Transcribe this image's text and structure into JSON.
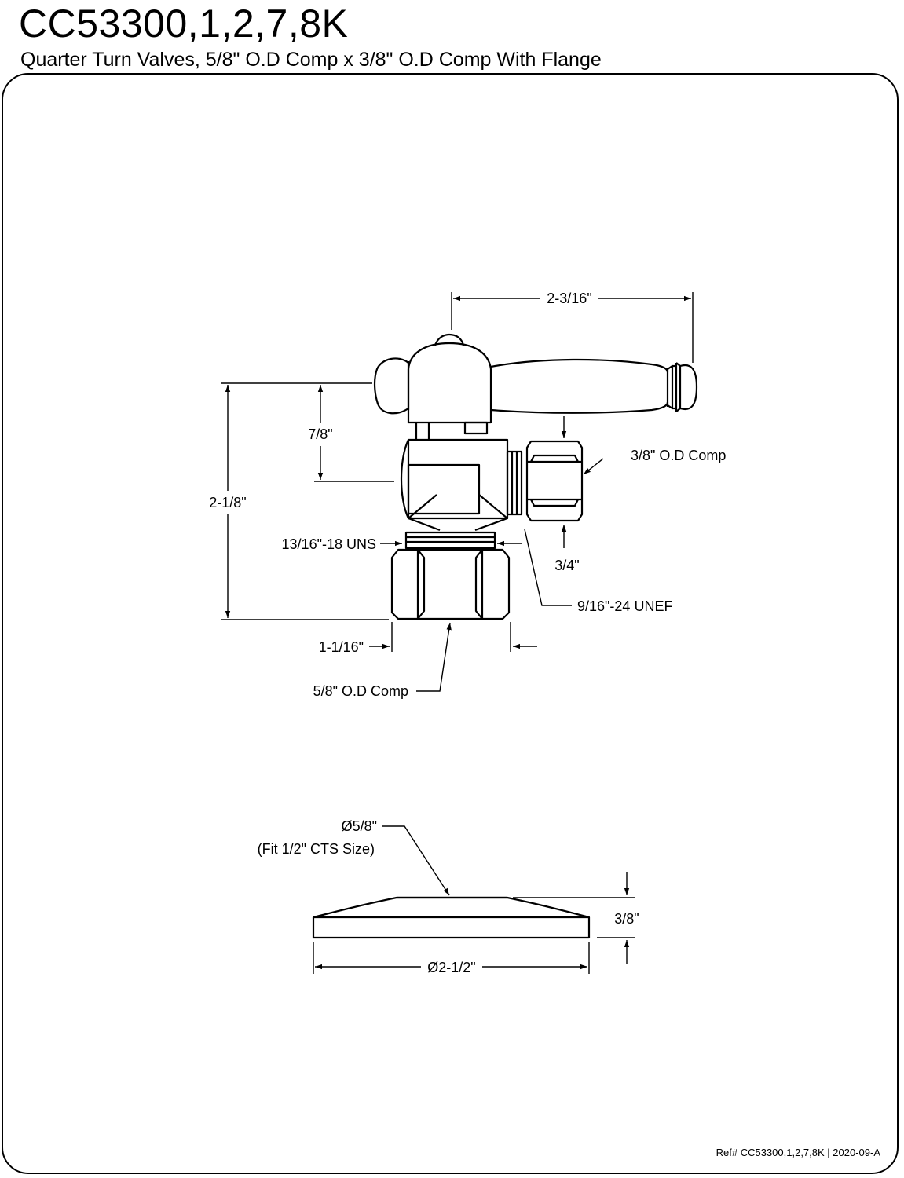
{
  "header": {
    "model": "CC53300,1,2,7,8K",
    "description": "Quarter Turn Valves, 5/8\" O.D Comp x 3/8\" O.D Comp With Flange"
  },
  "valve_dims": {
    "handle_span": "2-3/16\"",
    "stem_height": "7/8\"",
    "overall_height": "2-1/8\"",
    "outlet_comp": "3/8\" O.D Comp",
    "outlet_nut": "3/4\"",
    "inlet_thread": "13/16\"-18 UNS",
    "outlet_thread": "9/16\"-24 UNEF",
    "inlet_nut": "1-1/16\"",
    "inlet_comp": "5/8\" O.D Comp"
  },
  "flange_dims": {
    "bore": "Ø5/8\"",
    "bore_note": "(Fit 1/2\" CTS Size)",
    "height": "3/8\"",
    "diameter": "Ø2-1/2\""
  },
  "footer": {
    "reference": "Ref# CC53300,1,2,7,8K | 2020-09-A"
  }
}
